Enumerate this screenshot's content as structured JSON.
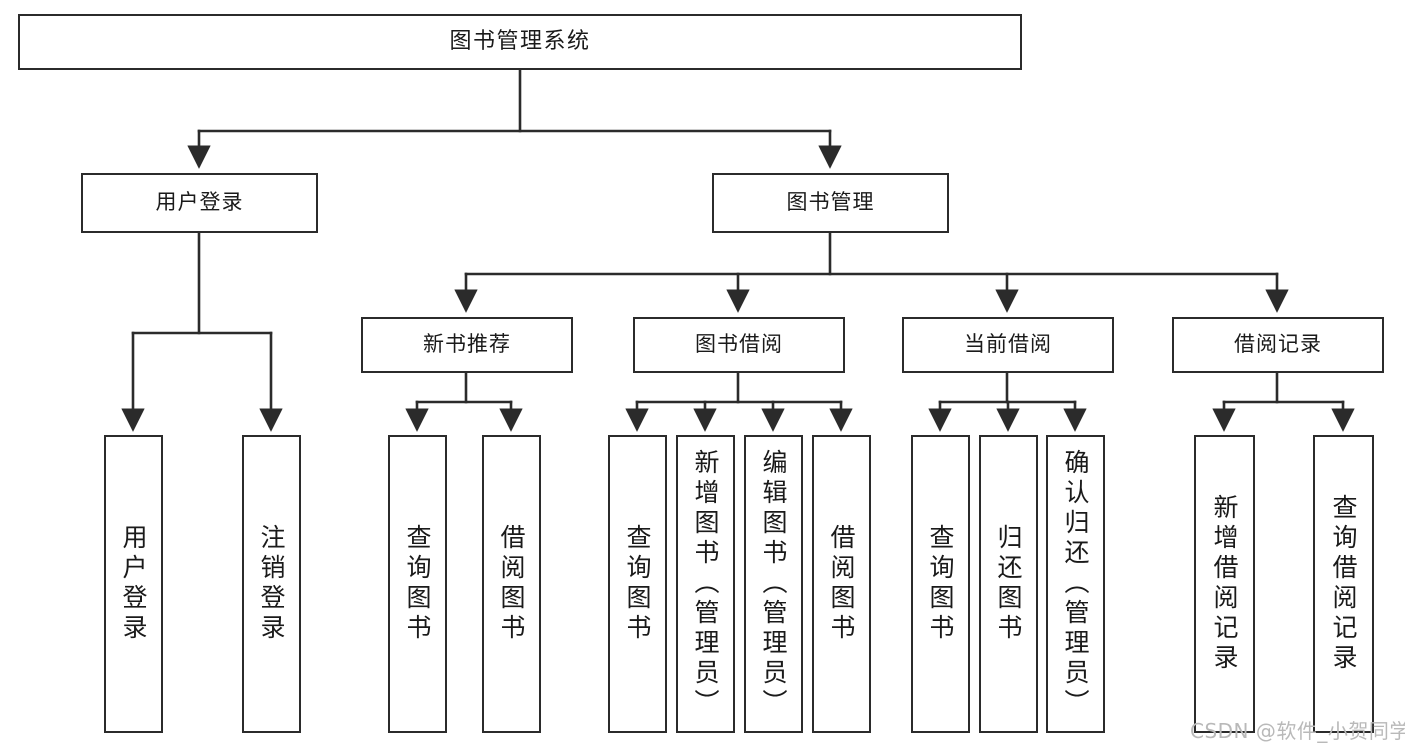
{
  "diagram": {
    "title": "图书管理系统",
    "type": "tree-hierarchy",
    "watermark": "CSDN @软件_小贺同学"
  },
  "nodes": {
    "root": {
      "label": "图书管理系统"
    },
    "level1": [
      {
        "id": "user-login",
        "label": "用户登录"
      },
      {
        "id": "book-manage",
        "label": "图书管理"
      }
    ],
    "level2": [
      {
        "id": "new-book-rec",
        "label": "新书推荐"
      },
      {
        "id": "book-borrow",
        "label": "图书借阅"
      },
      {
        "id": "current-borrow",
        "label": "当前借阅"
      },
      {
        "id": "borrow-record",
        "label": "借阅记录"
      }
    ],
    "leaves": {
      "user_login": [
        {
          "id": "leaf-user-login",
          "label": "用户登录"
        },
        {
          "id": "leaf-logout",
          "label": "注销登录"
        }
      ],
      "new_book_rec": [
        {
          "id": "leaf-query-book-1",
          "label": "查询图书"
        },
        {
          "id": "leaf-borrow-book-1",
          "label": "借阅图书"
        }
      ],
      "book_borrow": [
        {
          "id": "leaf-query-book-2",
          "label": "查询图书"
        },
        {
          "id": "leaf-add-book",
          "label": "新增图书（管理员）"
        },
        {
          "id": "leaf-edit-book",
          "label": "编辑图书（管理员）"
        },
        {
          "id": "leaf-borrow-book-2",
          "label": "借阅图书"
        }
      ],
      "current_borrow": [
        {
          "id": "leaf-query-book-3",
          "label": "查询图书"
        },
        {
          "id": "leaf-return-book",
          "label": "归还图书"
        },
        {
          "id": "leaf-confirm-return",
          "label": "确认归还（管理员）"
        }
      ],
      "borrow_record": [
        {
          "id": "leaf-add-record",
          "label": "新增借阅记录"
        },
        {
          "id": "leaf-query-record",
          "label": "查询借阅记录"
        }
      ]
    }
  },
  "style": {
    "stroke": "#2b2b2b",
    "fill": "#ffffff",
    "text": "#1a1a1a",
    "watermark_color": "#b9b9b9"
  }
}
